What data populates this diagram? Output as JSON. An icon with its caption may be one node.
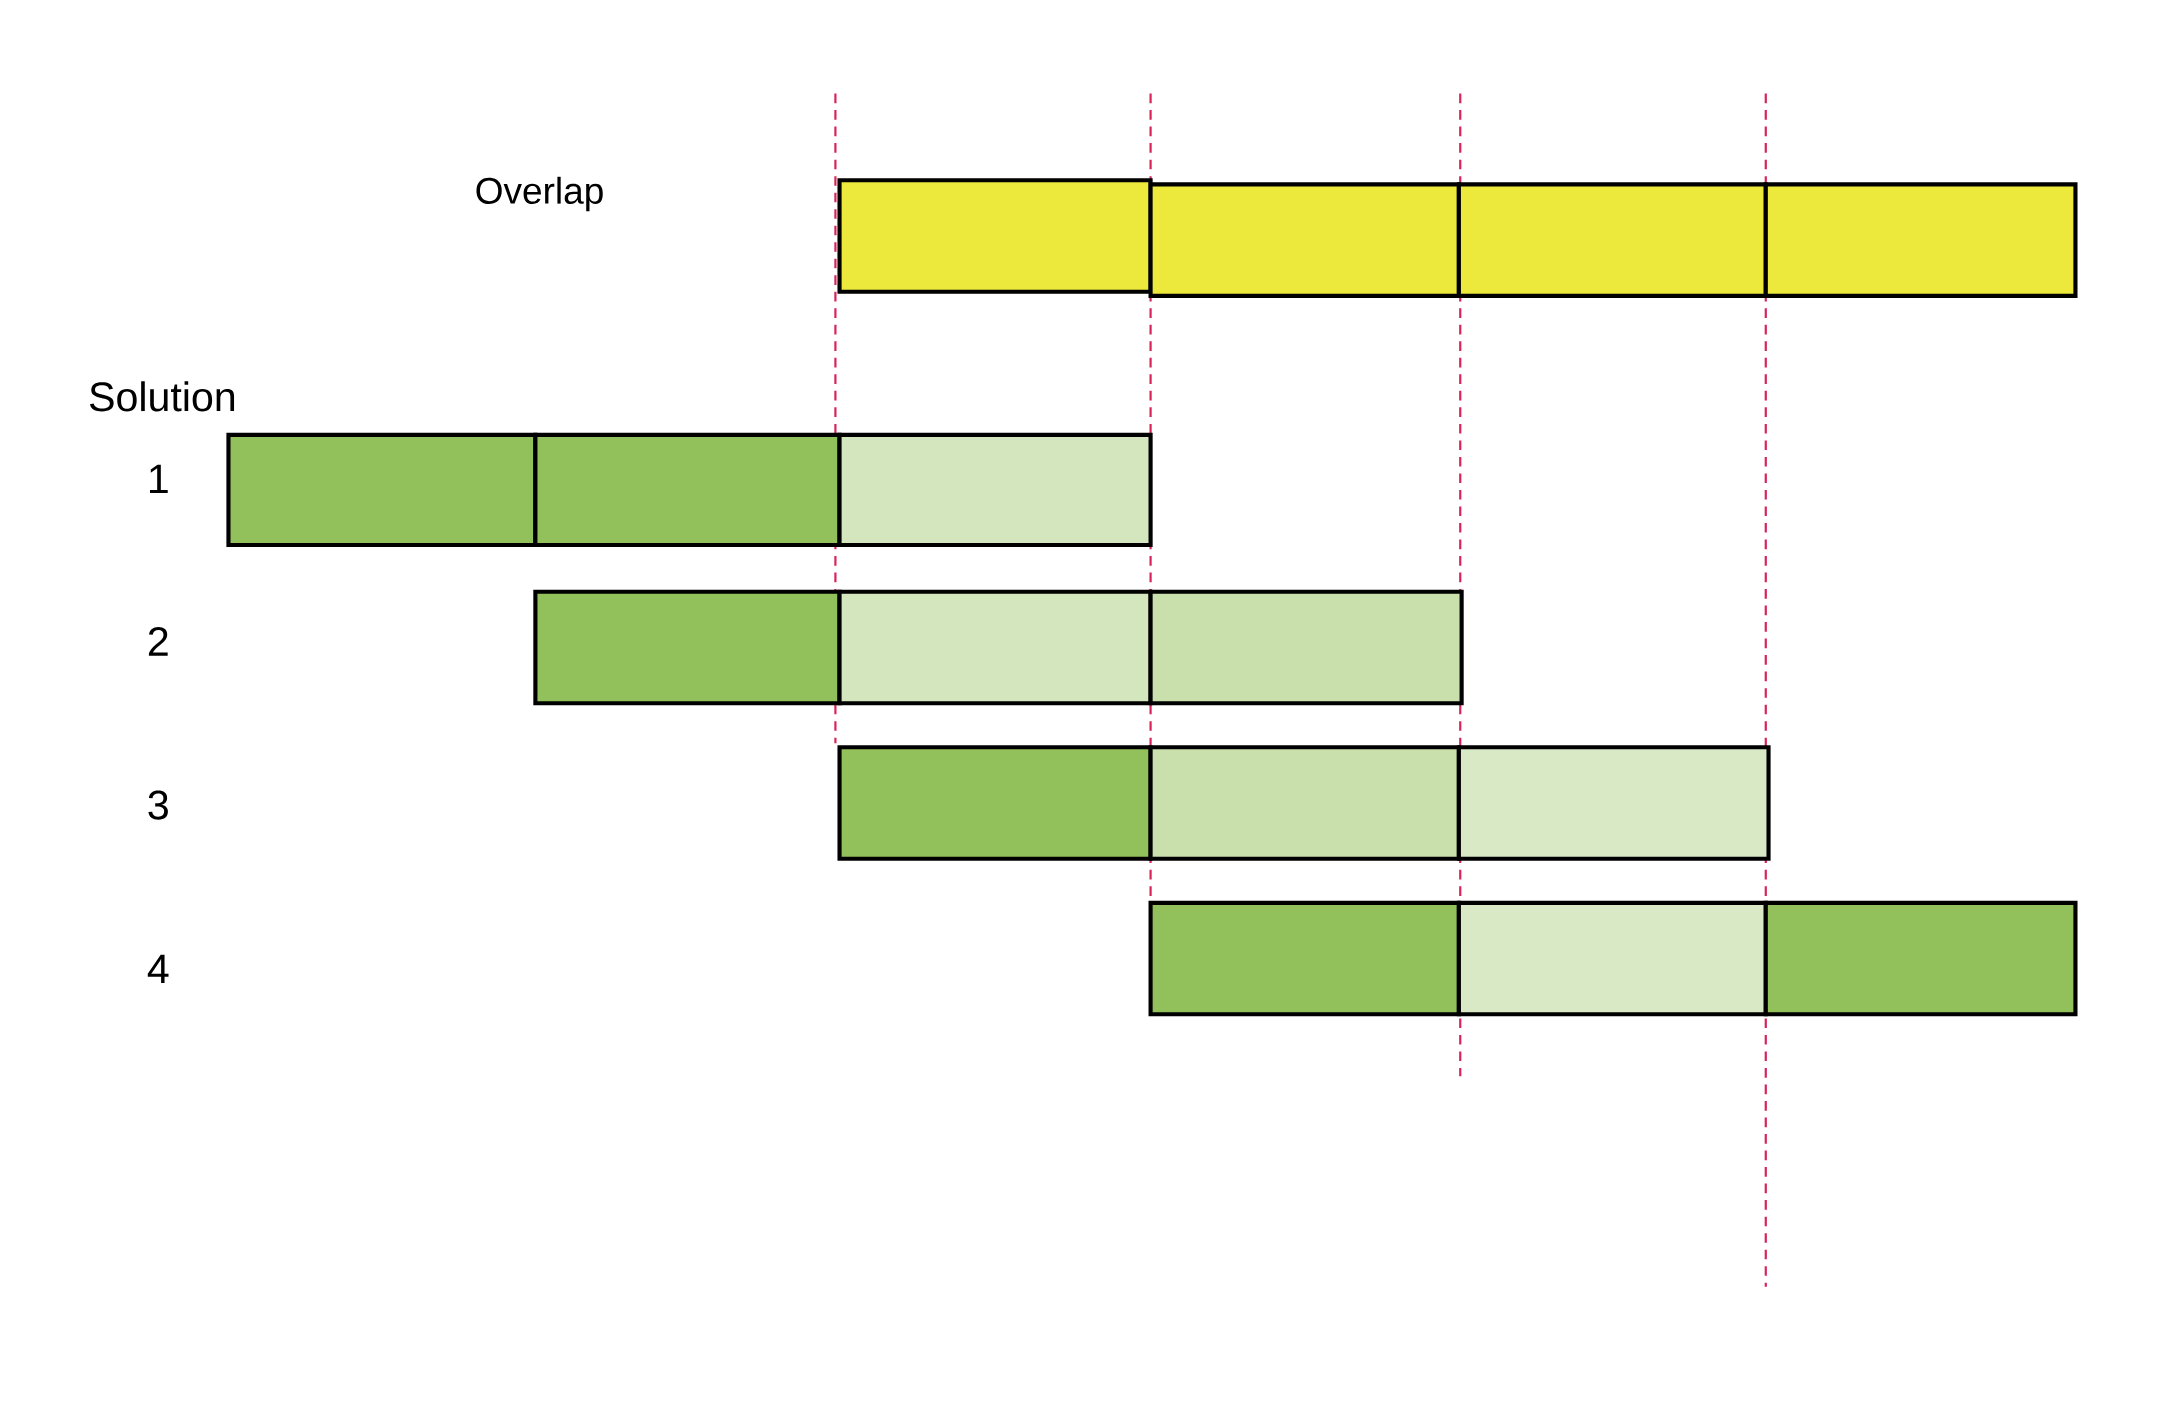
{
  "diagram": {
    "labels": [
      "Overlap",
      "Solution",
      "1",
      "2",
      "3",
      "4"
    ]
  }
}
